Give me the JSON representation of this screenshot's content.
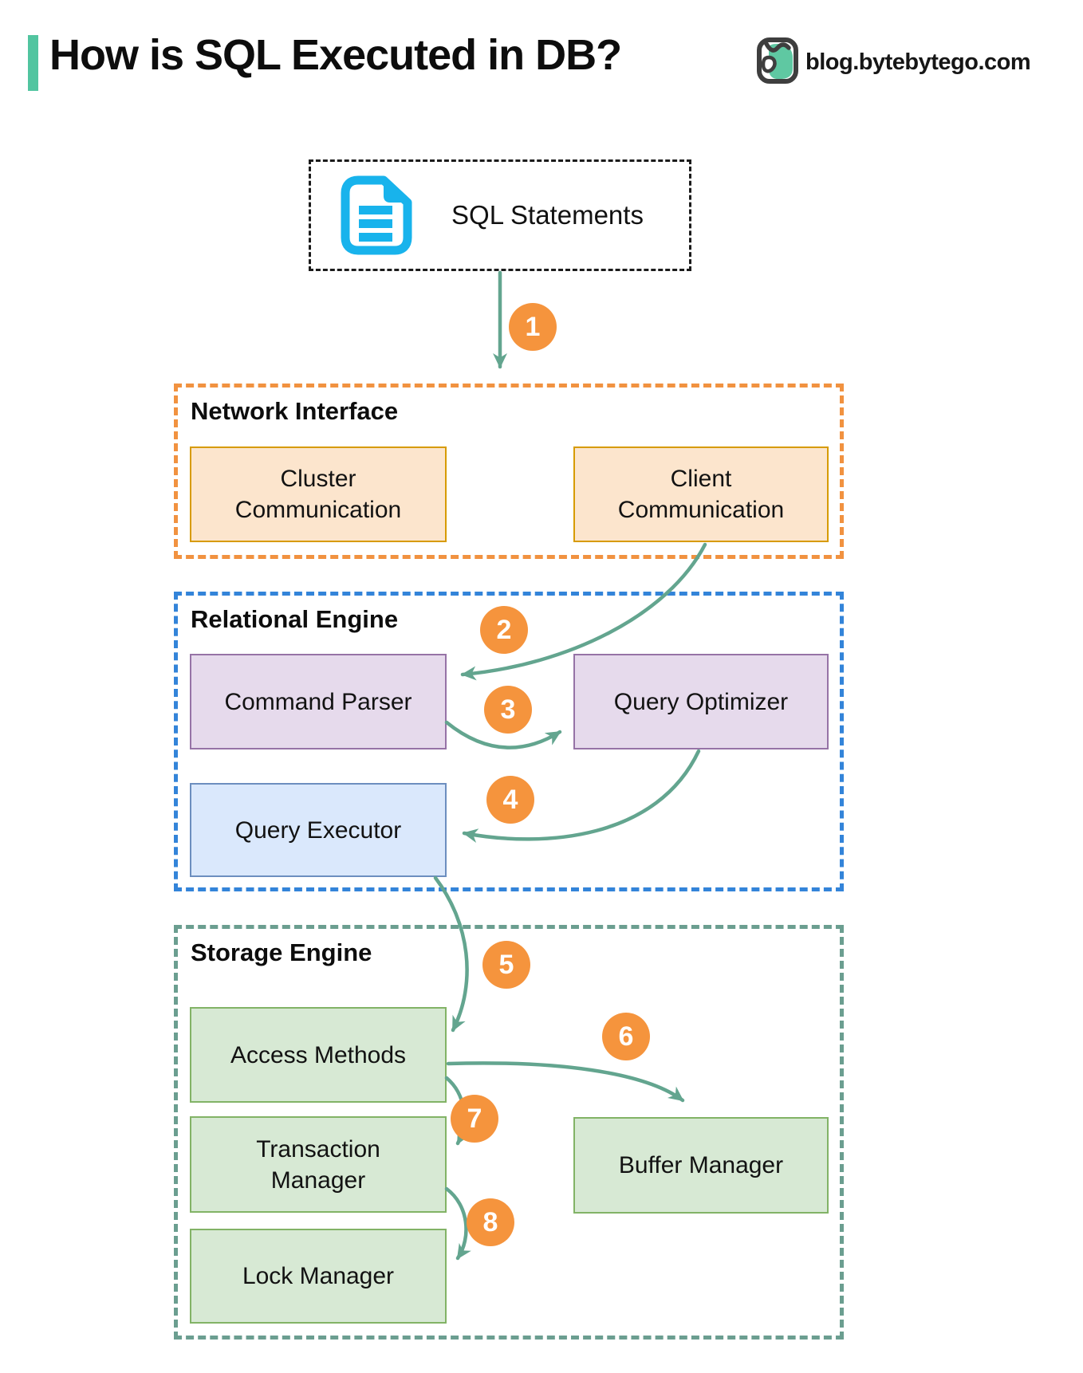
{
  "header": {
    "title": "How is SQL Executed in DB?",
    "brand": "blog.bytebytego.com",
    "accent_color": "#52C5A0",
    "brand_icon": "bytebytego-owl-logo"
  },
  "source": {
    "label": "SQL Statements",
    "icon": "sql-document-icon",
    "icon_color": "#18B3EC"
  },
  "sections": {
    "network": {
      "title": "Network Interface",
      "border_color": "#F19240",
      "boxes": [
        {
          "label": "Cluster\nCommunication",
          "fill": "#FCE5CD",
          "border": "#D79B00"
        },
        {
          "label": "Client\nCommunication",
          "fill": "#FCE5CD",
          "border": "#D79B00"
        }
      ]
    },
    "relational": {
      "title": "Relational Engine",
      "border_color": "#3384D9",
      "boxes": [
        {
          "label": "Command Parser",
          "fill": "#E6DAEC",
          "border": "#9673A6"
        },
        {
          "label": "Query Optimizer",
          "fill": "#E6DAEC",
          "border": "#9673A6"
        },
        {
          "label": "Query Executor",
          "fill": "#DAE8FC",
          "border": "#6C8EBF"
        }
      ]
    },
    "storage": {
      "title": "Storage Engine",
      "border_color": "#6B9E90",
      "boxes": [
        {
          "label": "Access Methods",
          "fill": "#D7E9D4",
          "border": "#82B366"
        },
        {
          "label": "Transaction\nManager",
          "fill": "#D7E9D4",
          "border": "#82B366"
        },
        {
          "label": "Lock Manager",
          "fill": "#D7E9D4",
          "border": "#82B366"
        },
        {
          "label": "Buffer Manager",
          "fill": "#D7E9D4",
          "border": "#82B366"
        }
      ]
    }
  },
  "steps": [
    "1",
    "2",
    "3",
    "4",
    "5",
    "6",
    "7",
    "8"
  ],
  "flow": {
    "arrow_color": "#63A58F",
    "step_badge_color": "#F5943D",
    "edges": [
      {
        "step": "1",
        "from": "SQL Statements",
        "to": "Network Interface"
      },
      {
        "step": "2",
        "from": "Client Communication",
        "to": "Command Parser"
      },
      {
        "step": "3",
        "from": "Command Parser",
        "to": "Query Optimizer"
      },
      {
        "step": "4",
        "from": "Query Optimizer",
        "to": "Query Executor"
      },
      {
        "step": "5",
        "from": "Query Executor",
        "to": "Access Methods"
      },
      {
        "step": "6",
        "from": "Access Methods",
        "to": "Buffer Manager"
      },
      {
        "step": "7",
        "from": "Access Methods",
        "to": "Transaction Manager"
      },
      {
        "step": "8",
        "from": "Transaction Manager",
        "to": "Lock Manager"
      }
    ]
  }
}
